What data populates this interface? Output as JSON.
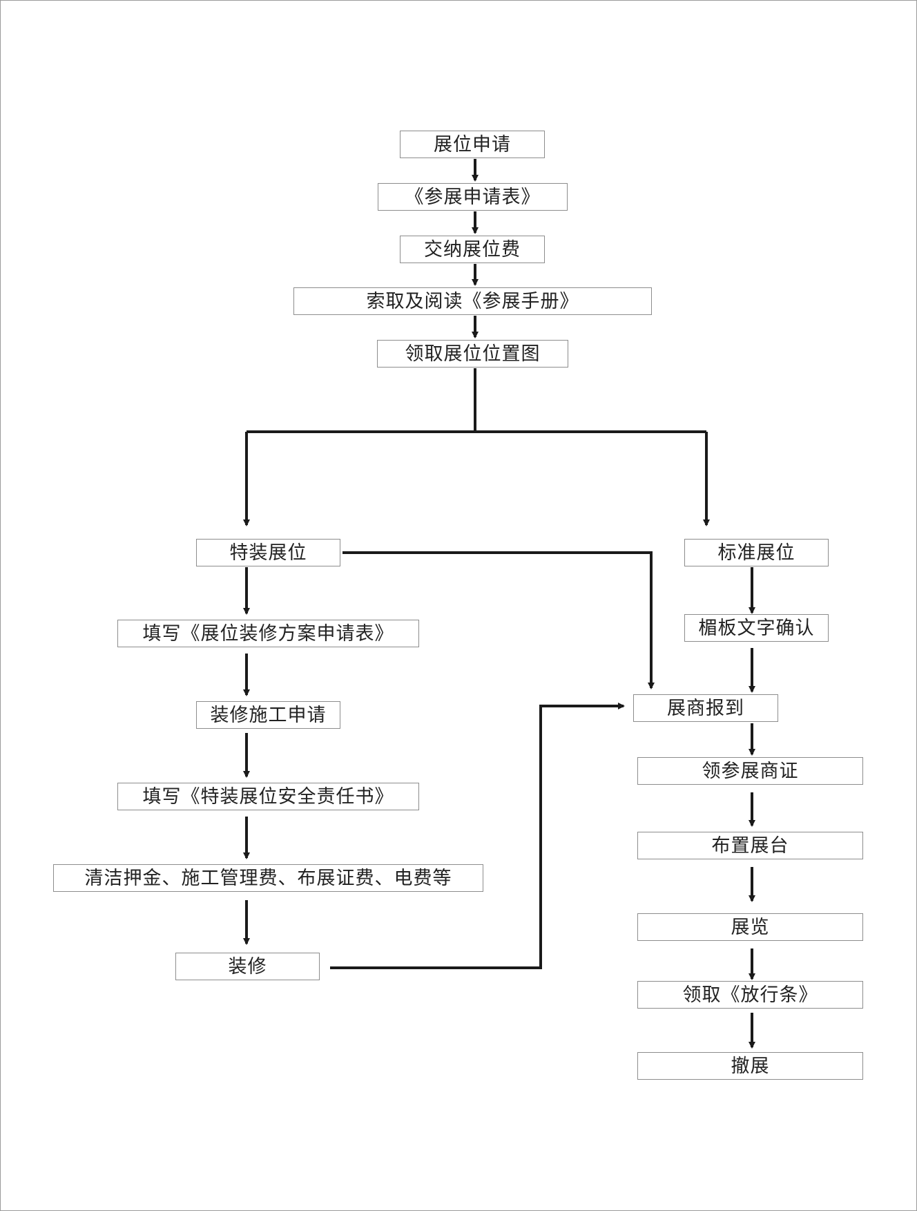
{
  "colors": {
    "line": "#1a1a1a",
    "box_border": "#8c8c8c",
    "text": "#222222",
    "frame": "#9a9a9a"
  },
  "nodes": {
    "apply": "展位申请",
    "application_form": "《参展申请表》",
    "booth_fee": "交纳展位费",
    "manual": "索取及阅读《参展手册》",
    "booth_map": "领取展位位置图",
    "special_booth": "特装展位",
    "decoration_form": "填写《展位装修方案申请表》",
    "construction_apply": "装修施工申请",
    "safety_letter": "填写《特装展位安全责任书》",
    "deposits": "清洁押金、施工管理费、布展证费、电费等",
    "decorate": "装修",
    "standard_booth": "标准展位",
    "fascia": "楣板文字确认",
    "check_in": "展商报到",
    "badge": "领参展商证",
    "setup": "布置展台",
    "exhibit": "展览",
    "release_pass": "领取《放行条》",
    "dismantle": "撤展"
  }
}
